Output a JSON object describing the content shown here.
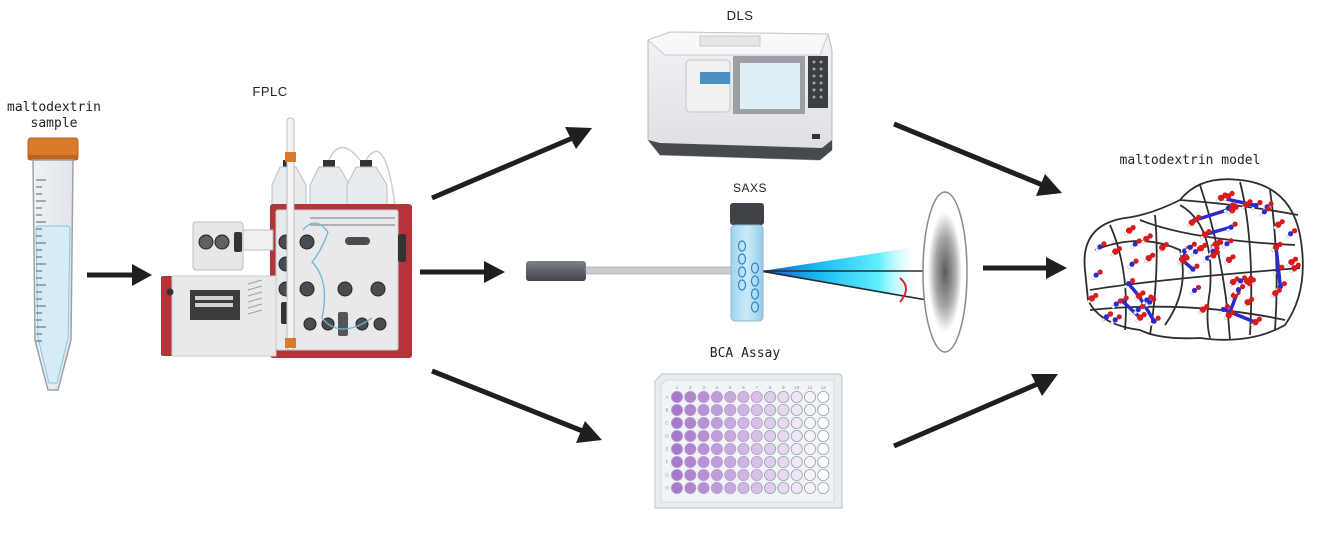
{
  "diagram": {
    "type": "workflow",
    "nodes": [
      {
        "id": "sample",
        "label_line1": "maltodextrin",
        "label_line2": "sample",
        "icon": "centrifuge-tube-icon"
      },
      {
        "id": "fplc",
        "label": "FPLC",
        "icon": "fplc-instrument-icon"
      },
      {
        "id": "dls",
        "label": "DLS",
        "icon": "dls-instrument-icon"
      },
      {
        "id": "saxs",
        "label": "SAXS",
        "icon": "saxs-setup-icon"
      },
      {
        "id": "bca",
        "label": "BCA Assay",
        "icon": "96-well-plate-icon"
      },
      {
        "id": "model",
        "label": "maltodextrin model",
        "icon": "molecular-model-icon"
      }
    ],
    "edges": [
      {
        "from": "sample",
        "to": "fplc"
      },
      {
        "from": "fplc",
        "to": "dls"
      },
      {
        "from": "fplc",
        "to": "saxs"
      },
      {
        "from": "fplc",
        "to": "bca"
      },
      {
        "from": "dls",
        "to": "model"
      },
      {
        "from": "saxs",
        "to": "model"
      },
      {
        "from": "bca",
        "to": "model"
      }
    ],
    "plate": {
      "columns": [
        "1",
        "2",
        "3",
        "4",
        "5",
        "6",
        "7",
        "8",
        "9",
        "10",
        "11",
        "12"
      ],
      "rows": [
        "A",
        "B",
        "C",
        "D",
        "E",
        "F",
        "G",
        "H"
      ]
    },
    "colors": {
      "arrow": "#1f1f1f",
      "tube_cap": "#d9792a",
      "tube_liquid": "#d6ecf8",
      "fplc_red": "#b5343a",
      "dls_screen": "#dfeff5",
      "dls_display": "#4a8fbf",
      "beam_cyan": "#22e6ff",
      "beam_blue": "#1a5fd6",
      "angle_red": "#e02424",
      "well_purple": "#a679c9",
      "atom_red": "#d81b1b",
      "atom_blue": "#2a2ad0"
    }
  }
}
